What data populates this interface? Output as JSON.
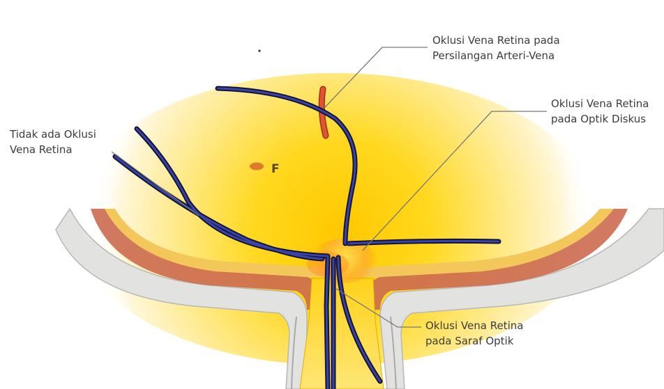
{
  "labels": {
    "av_crossing": {
      "line1": "Oklusi Vena Retina pada",
      "line2": "Persilangan Arteri-Vena"
    },
    "optic_disc": {
      "line1": "Oklusi Vena Retina",
      "line2": "pada Optik Diskus"
    },
    "no_occlusion": {
      "line1": "Tidak ada Oklusi",
      "line2": "Vena Retina"
    },
    "optic_nerve": {
      "line1": "Oklusi Vena Retina",
      "line2": "pada Saraf Optik"
    }
  },
  "fovea_marker": "F",
  "colors": {
    "fundus_center": "#ffd70f",
    "fundus_edge": "#fff6cf",
    "vein": "#1c1f5e",
    "artery": "#d9442b",
    "choroid_band": "#c9634a",
    "sclera": "#dfe0dd",
    "leader_line": "#777777"
  }
}
